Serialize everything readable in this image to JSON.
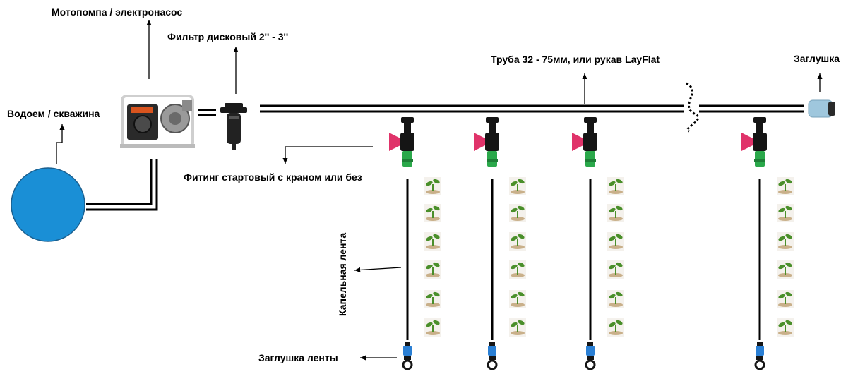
{
  "labels": {
    "motopump": "Мотопомпа / электронасос",
    "filter": "Фильтр дисковый 2'' - 3''",
    "pipe": "Труба 32 - 75мм, или рукав LayFlat",
    "end_cap": "Заглушка",
    "source": "Водоем / скважина",
    "start_fitting": "Фитинг стартовый с краном или без",
    "drip_tape": "Капельная лента",
    "tape_cap": "Заглушка ленты"
  },
  "layout_counts": {
    "drip_lines": 4,
    "plants_per_line": 6
  },
  "colors": {
    "water": "#1a8fd6",
    "water_outline": "#1a5f8f",
    "valve_handle": "#e0336a",
    "fitting_green": "#2aa84a",
    "fitting_black": "#151515",
    "cap_blue": "#2a7fd4",
    "end_cap_blue": "#9fc7dd",
    "pump_frame": "#d9d9d9",
    "pump_body": "#2a2a2a",
    "plant_leaf": "#4a8f2a",
    "soil": "#c9b08a",
    "line": "#000000"
  },
  "icons": {
    "pump": "motopump-icon",
    "filter": "disc-filter-icon",
    "source": "water-source-icon",
    "fitting": "start-fitting-valve-icon",
    "plant": "seedling-icon",
    "tape_cap": "tape-end-cap-icon",
    "pipe_cap": "pipe-end-cap-icon",
    "break": "pipe-break-icon"
  }
}
